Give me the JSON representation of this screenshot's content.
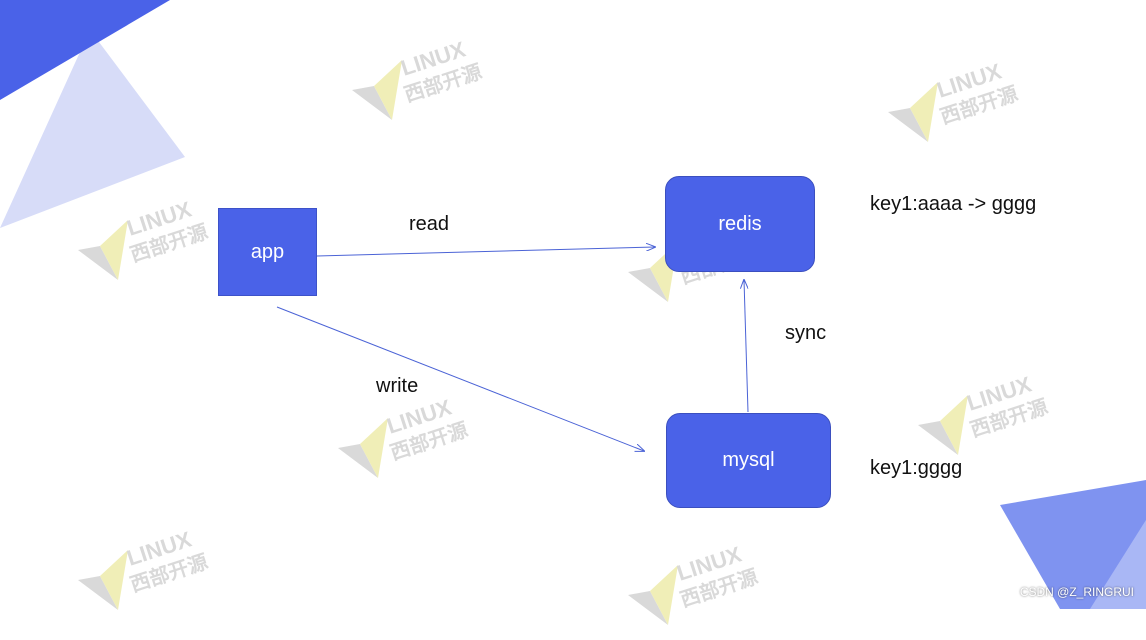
{
  "nodes": {
    "app": "app",
    "redis": "redis",
    "mysql": "mysql"
  },
  "edges": {
    "read": "read",
    "write": "write",
    "sync": "sync"
  },
  "annotations": {
    "redis_value": "key1:aaaa -> gggg",
    "mysql_value": "key1:gggg"
  },
  "watermark": {
    "brand": "LINUX",
    "subtitle": "西部开源"
  },
  "credit": "CSDN @Z_RINGRUI",
  "colors": {
    "node_fill": "#4a62e8",
    "edge_stroke": "#4b63d6",
    "decor_dark": "#4a62e8",
    "decor_light": "#d7dcf8",
    "watermark_gray": "#d5d5d5",
    "watermark_yellow": "#efedb0"
  }
}
